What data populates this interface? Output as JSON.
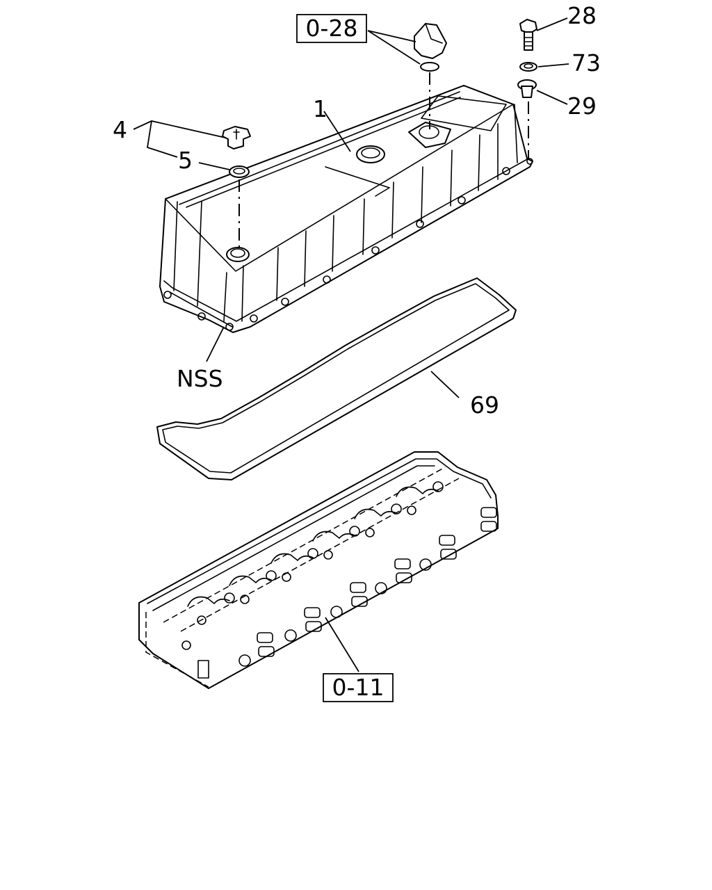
{
  "callouts": {
    "ref_top": "0-28",
    "ref_bottom": "0-11",
    "n28": "28",
    "n73": "73",
    "n29": "29",
    "n1": "1",
    "n4": "4",
    "n5": "5",
    "nss": "NSS",
    "n69": "69"
  }
}
